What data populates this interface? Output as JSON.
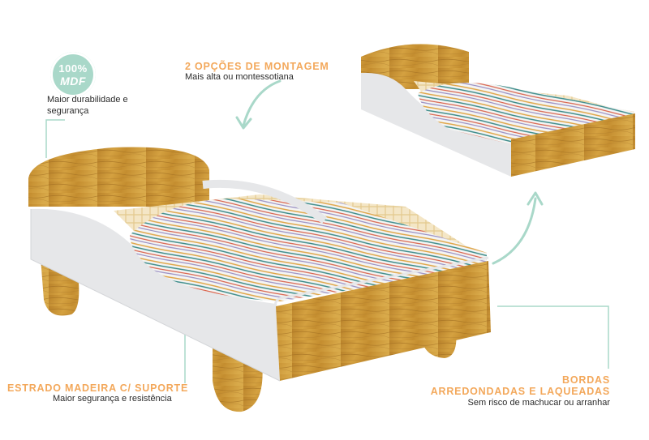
{
  "badge": {
    "percent": "100%",
    "material": "MDF"
  },
  "features": {
    "mdf": {
      "description": "Maior durabilidade e segurança"
    },
    "montagem": {
      "title": "2 OPÇÕES DE MONTAGEM",
      "description": "Mais alta ou montessotiana"
    },
    "estrado": {
      "title": "ESTRADO MADEIRA C/ SUPORTE",
      "description": "Maior segurança e resistência"
    },
    "bordas": {
      "title_line1": "BORDAS",
      "title_line2": "ARREDONDADAS E LAQUEADAS",
      "description": "Sem risco de machucar ou arranhar"
    }
  },
  "colors": {
    "accent_orange": "#f3a85b",
    "accent_mint": "#a9d8c9",
    "wood": "#c9952f",
    "panel_grey": "#e6e7e9"
  },
  "icons": {
    "curved_arrow_left": "curved-arrow-left-icon",
    "curved_arrow_up": "curved-arrow-up-icon"
  }
}
